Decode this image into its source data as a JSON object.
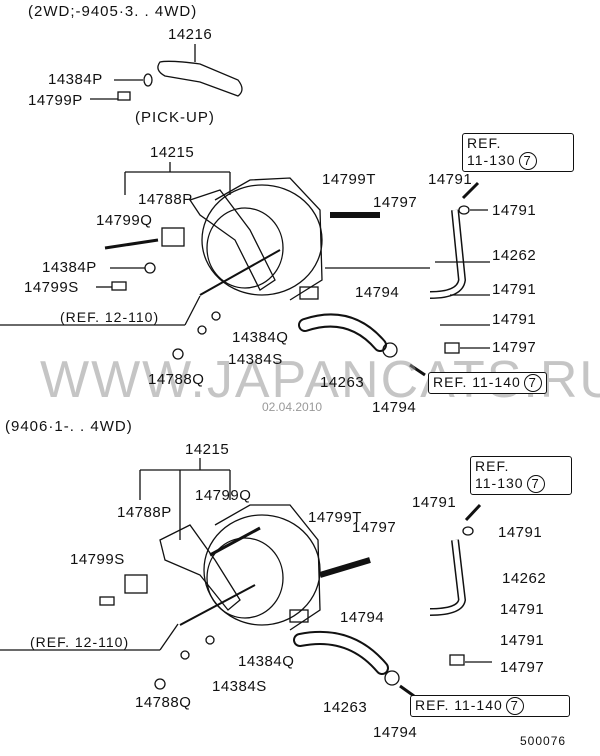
{
  "watermark": "WWW.JAPANCATS.RU",
  "date": "02.04.2010",
  "diagram_code": "500076",
  "top": {
    "caption": "(2WD;-9405·3. . 4WD)",
    "pickup_caption": "(PICK-UP)",
    "labels": [
      "14216",
      "14384P",
      "14799P",
      "14215",
      "14788P",
      "14799Q",
      "14384P",
      "14799S",
      "14788Q",
      "14384S",
      "14384Q",
      "14799T",
      "14797",
      "14791",
      "14791",
      "14262",
      "14794",
      "14791",
      "14791",
      "14797",
      "14263",
      "14794"
    ],
    "ref_12": "(REF. 12-110)",
    "ref_11_130": {
      "line1": "REF.",
      "line2": "11-130",
      "num": "7"
    },
    "ref_11_140": {
      "text": "REF. 11-140",
      "num": "7"
    }
  },
  "bottom": {
    "caption": "(9406·1-. . 4WD)",
    "labels": [
      "14215",
      "14788P",
      "14799Q",
      "14799S",
      "14788Q",
      "14384S",
      "14384Q",
      "14799T",
      "14797",
      "14791",
      "14791",
      "14262",
      "14794",
      "14791",
      "14791",
      "14797",
      "14263",
      "14794"
    ],
    "ref_12": "(REF. 12-110)",
    "ref_11_130": {
      "line1": "REF.",
      "line2": "11-130",
      "num": "7"
    },
    "ref_11_140": {
      "text": "REF. 11-140",
      "num": "7"
    }
  }
}
